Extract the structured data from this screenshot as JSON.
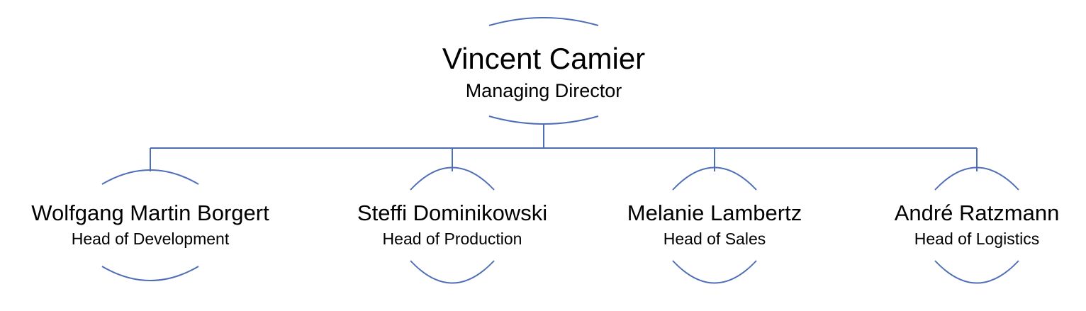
{
  "colors": {
    "line": "#4f6eb8",
    "text": "#000000",
    "background": "#ffffff"
  },
  "root": {
    "name": "Vincent Camier",
    "title": "Managing Director"
  },
  "children": [
    {
      "name": "Wolfgang Martin Borgert",
      "title": "Head of Development"
    },
    {
      "name": "Steffi Dominikowski",
      "title": "Head of Production"
    },
    {
      "name": "Melanie Lambertz",
      "title": "Head of Sales"
    },
    {
      "name": "André Ratzmann",
      "title": "Head of Logistics"
    }
  ]
}
